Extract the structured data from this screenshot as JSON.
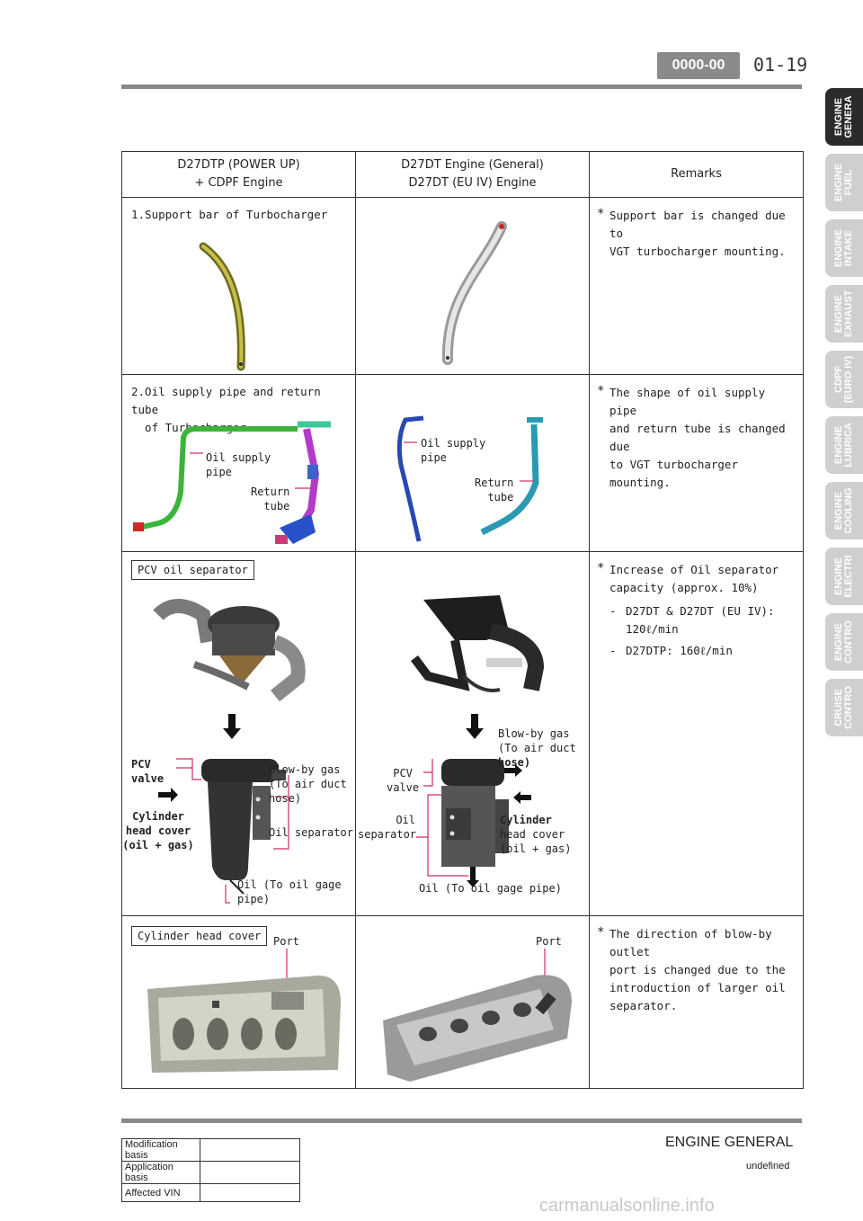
{
  "header": {
    "code": "0000-00",
    "page": "01-19"
  },
  "side_tabs": [
    {
      "label": "ENGINE\nGENERA",
      "active": true
    },
    {
      "label": "ENGINE\nFUEL",
      "active": false
    },
    {
      "label": "ENGINE\nINTAKE",
      "active": false
    },
    {
      "label": "ENGINE\nEXHAUST",
      "active": false
    },
    {
      "label": "CDPF\n(EURO IV)",
      "active": false
    },
    {
      "label": "ENGINE\nLUBRICA",
      "active": false
    },
    {
      "label": "ENGINE\nCOOLING",
      "active": false
    },
    {
      "label": "ENGINE\nELECTRI",
      "active": false
    },
    {
      "label": "ENGINE\nCONTRO",
      "active": false
    },
    {
      "label": "CRUISE\nCONTRO",
      "active": false
    }
  ],
  "table": {
    "headers": {
      "col1_line1": "D27DTP (POWER UP)",
      "col1_line2": "+ CDPF Engine",
      "col2_line1": "D27DT Engine (General)",
      "col2_line2": "D27DT (EU IV) Engine",
      "col3": "Remarks"
    },
    "rows": [
      {
        "title_line1": "1.Support bar of Turbocharger",
        "remark_line1": "Support bar is changed due to",
        "remark_line2": "VGT turbocharger mounting."
      },
      {
        "title_line1": "2.Oil supply pipe and return tube",
        "title_line2": "  of Turbocharger",
        "labels_left": {
          "oil_supply_1": "Oil supply",
          "oil_supply_2": "pipe",
          "return_1": "Return",
          "return_2": "tube"
        },
        "labels_mid": {
          "oil_supply_1": "Oil supply",
          "oil_supply_2": "pipe",
          "return_1": "Return",
          "return_2": "tube"
        },
        "remark_line1": "The shape of oil supply pipe",
        "remark_line2": "and return tube is changed due",
        "remark_line3": "to VGT turbocharger mounting."
      },
      {
        "box_label": "PCV oil separator",
        "labels_left": {
          "pcv_1": "PCV",
          "pcv_2": "valve",
          "cyl_1": "Cylinder",
          "cyl_2": "head cover",
          "cyl_3": "(oil + gas)",
          "blow_1": "Blow-by gas",
          "blow_2": "(To air duct",
          "blow_3": "hose)",
          "sep": "Oil separator",
          "oil_1": "Oil (To oil gage",
          "oil_2": "pipe)"
        },
        "labels_mid": {
          "blow_1": "Blow-by gas",
          "blow_2": "(To air duct",
          "blow_3": "hose)",
          "pcv_1": "PCV",
          "pcv_2": "valve",
          "sep_1": "Oil",
          "sep_2": "separator",
          "cyl_1": "Cylinder",
          "cyl_2": "head cover",
          "cyl_3": "(oil + gas)",
          "oil": "Oil (To oil gage pipe)"
        },
        "remark_line1": "Increase of Oil separator",
        "remark_line2": "capacity (approx. 10%)",
        "sub1_dash": "-",
        "sub1_line1": "D27DT & D27DT (EU IV):",
        "sub1_line2": "120ℓ/min",
        "sub2_dash": "-",
        "sub2_line1": "D27DTP: 160ℓ/min"
      },
      {
        "box_label": "Cylinder head cover",
        "port_left": "Port",
        "port_mid": "Port",
        "remark_line1": "The direction of blow-by outlet",
        "remark_line2": "port is changed due to the",
        "remark_line3": "introduction of larger oil",
        "remark_line4": "separator."
      }
    ],
    "star": "*"
  },
  "footer": {
    "fields": [
      {
        "label": "Modification basis",
        "value": ""
      },
      {
        "label": "Application basis",
        "value": ""
      },
      {
        "label": "Affected VIN",
        "value": ""
      }
    ],
    "title": "ENGINE GENERAL",
    "subtitle": "undefined",
    "watermark": "carmanualsonline.info"
  }
}
